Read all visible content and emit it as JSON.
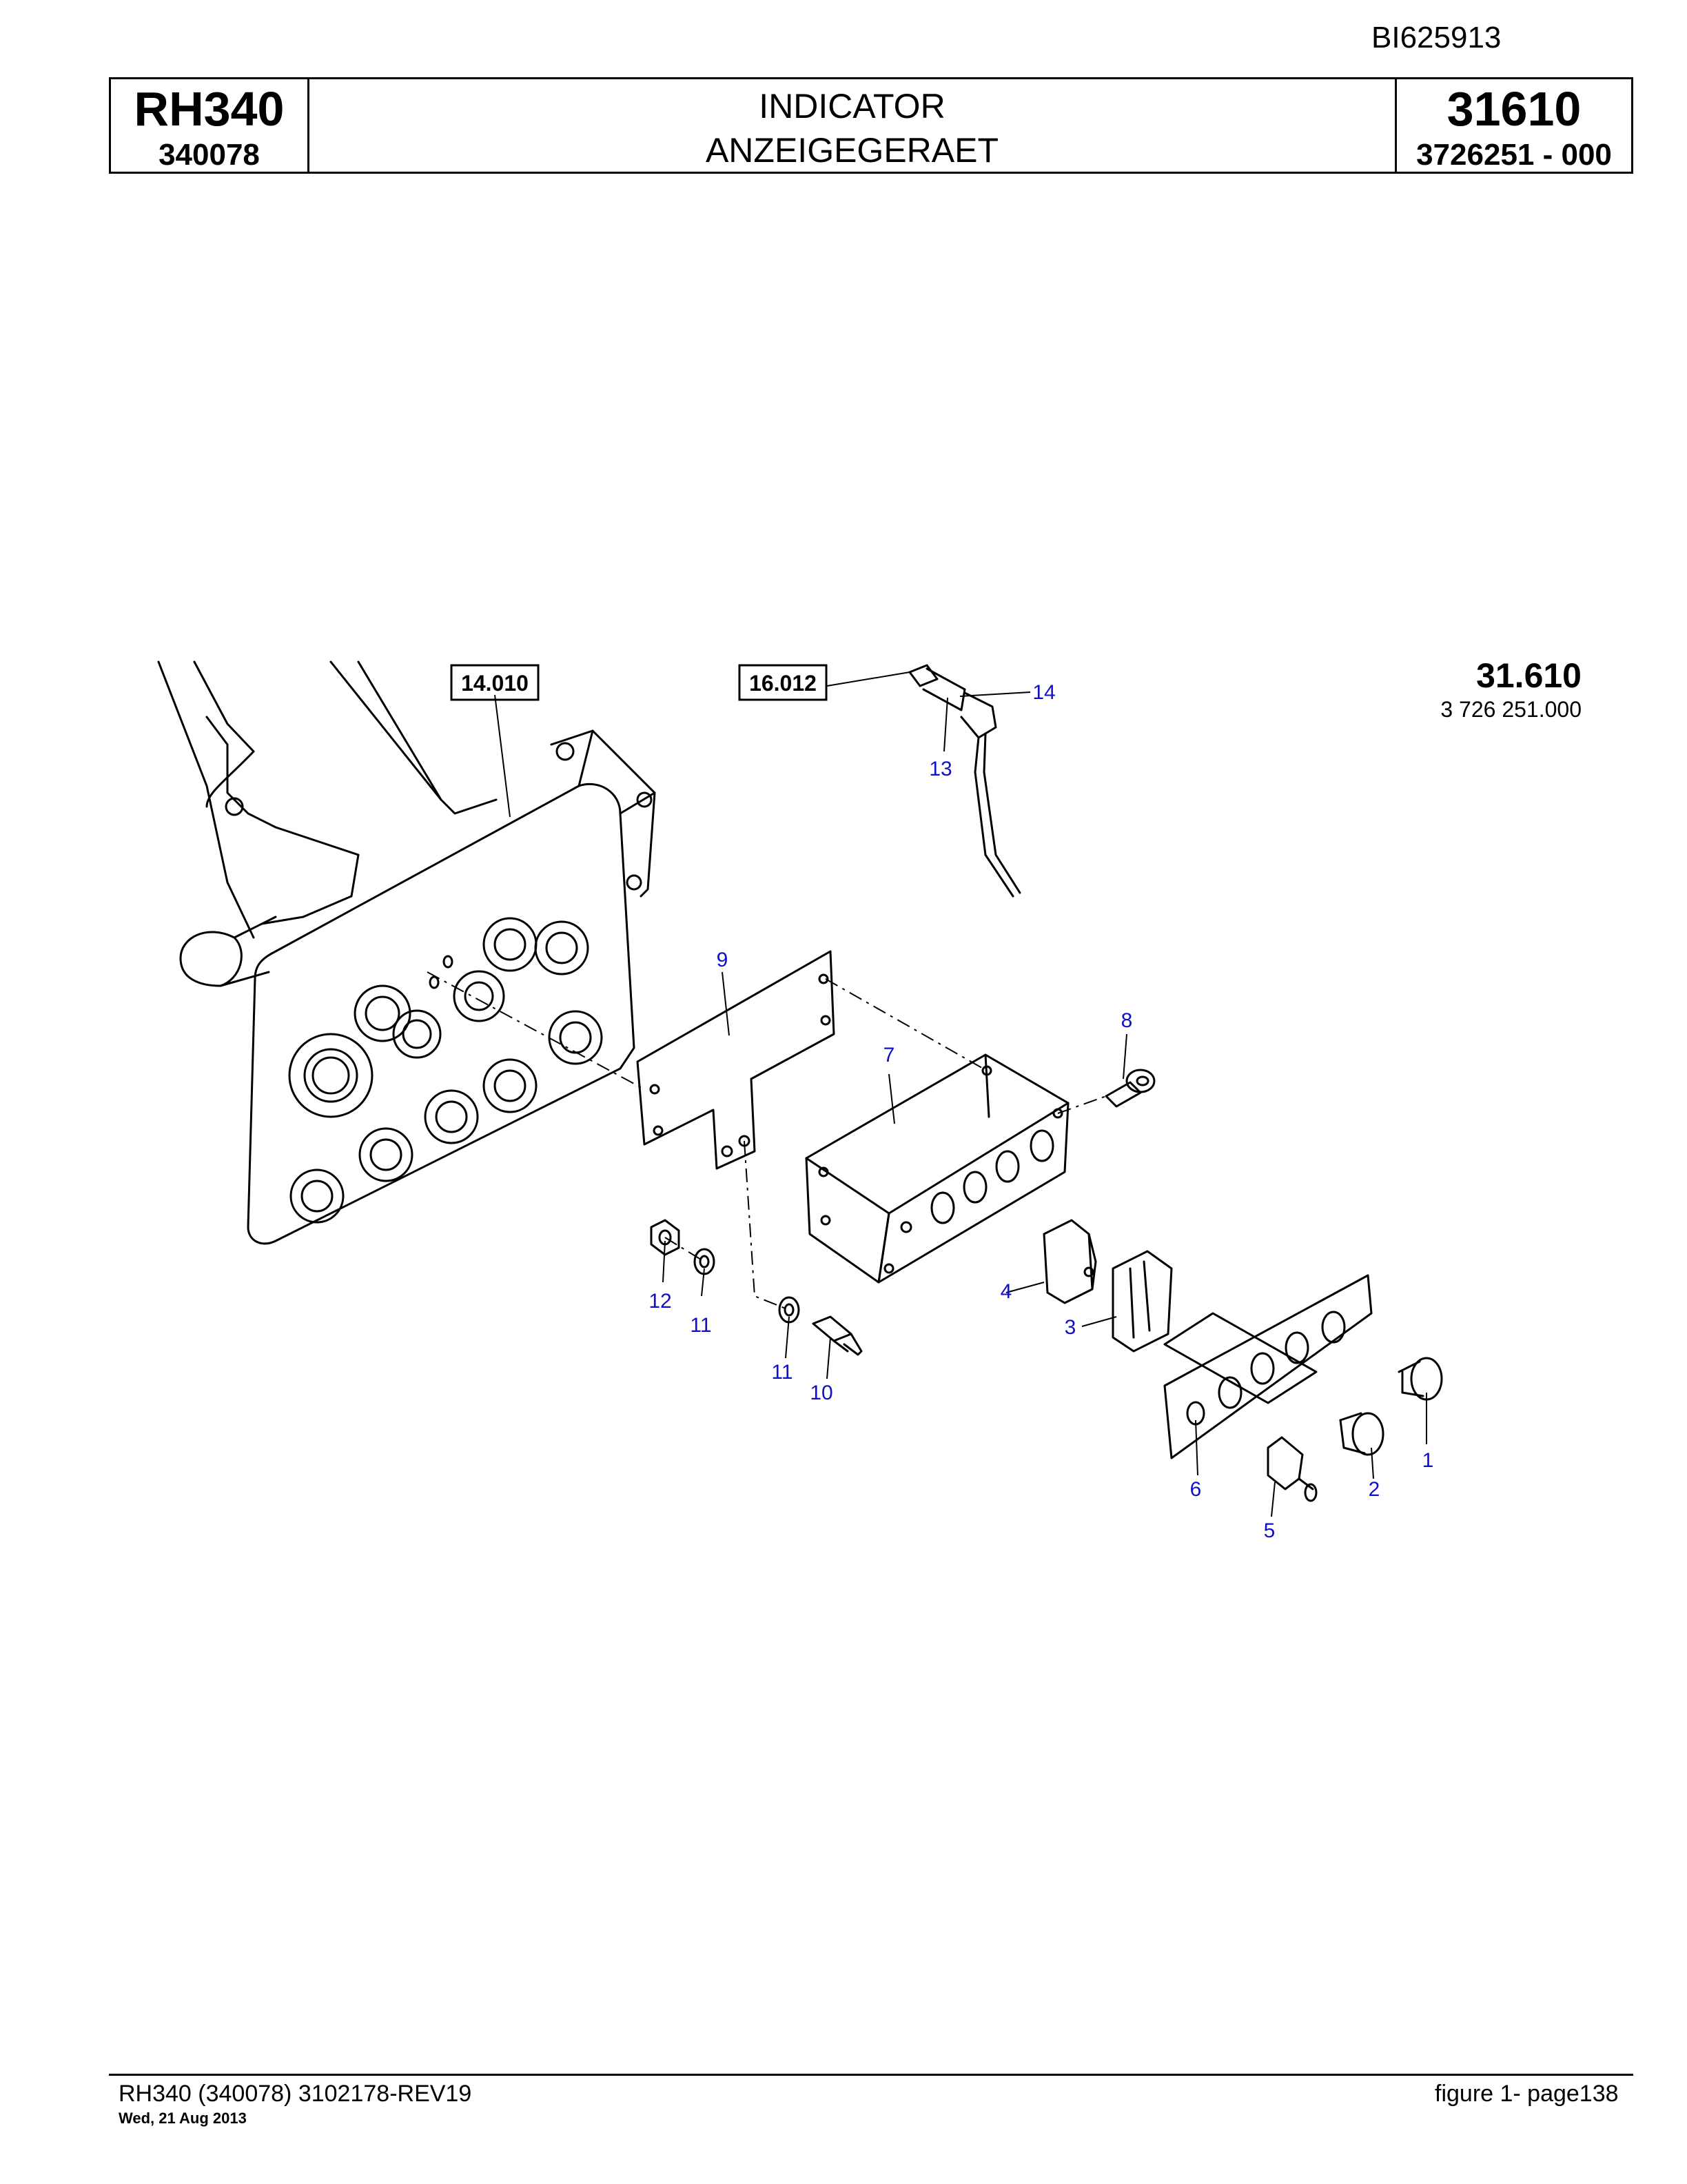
{
  "document_id": "BI625913",
  "header": {
    "model": "RH340",
    "serial": "340078",
    "title_en": "INDICATOR",
    "title_de": "ANZEIGEGERAET",
    "section": "31610",
    "part_number": "3726251  - 000"
  },
  "figure": {
    "group_number": "31.610",
    "group_part": "3 726 251.000",
    "ref_boxes": [
      "14.010",
      "16.012"
    ],
    "callouts": [
      "1",
      "2",
      "3",
      "4",
      "5",
      "6",
      "7",
      "8",
      "9",
      "10",
      "11",
      "11",
      "12",
      "13",
      "14"
    ]
  },
  "footer": {
    "left": "RH340 (340078) 3102178-REV19",
    "date": "Wed, 21 Aug 2013",
    "right": "figure  1- page138"
  }
}
